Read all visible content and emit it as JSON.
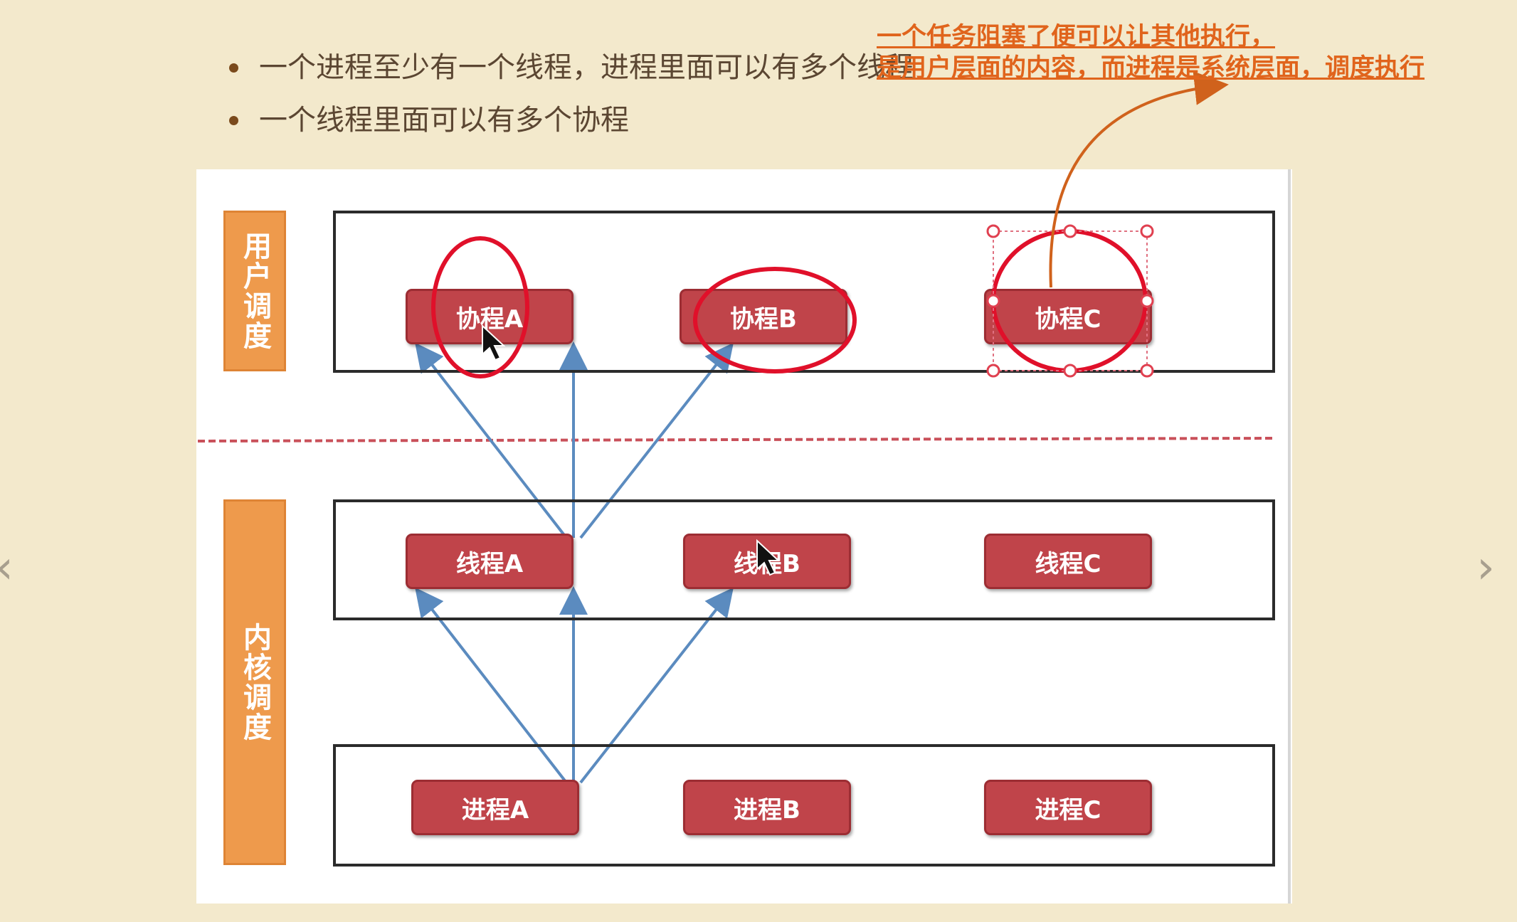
{
  "bullets": [
    "一个进程至少有一个线程，进程里面可以有多个线程",
    "一个线程里面可以有多个协程"
  ],
  "annotation": {
    "line1": "一个任务阻塞了便可以让其他执行，",
    "line2": "是用户层面的内容，而进程是系统层面，调度执行"
  },
  "diagram": {
    "user_label": "用户调度",
    "kernel_label": "内核调度",
    "coroutines": [
      "协程A",
      "协程B",
      "协程C"
    ],
    "threads": [
      "线程A",
      "线程B",
      "线程C"
    ],
    "processes": [
      "进程A",
      "进程B",
      "进程C"
    ]
  },
  "navigation": {
    "prev": "‹",
    "next": "›"
  },
  "colors": {
    "background": "#f3e9cc",
    "node_fill": "#c0444a",
    "side_label": "#ee9a4c",
    "arrow": "#5b8bbf",
    "highlight_circle": "#e0102a",
    "annotation_text": "#e0641c"
  }
}
